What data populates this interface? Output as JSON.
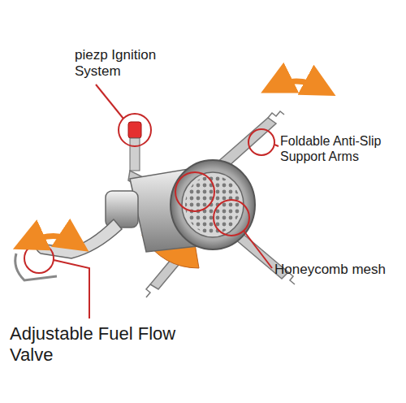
{
  "diagram": {
    "labels": [
      "piezp Ignition System",
      "Foldable Anti-Slip Support Arms",
      "Honeycomb mesh",
      "Adjustable Fuel Flow Valve"
    ]
  }
}
